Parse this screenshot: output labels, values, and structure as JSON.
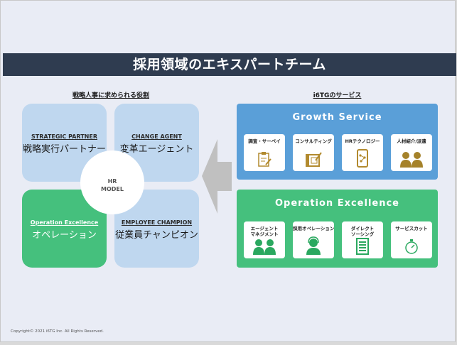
{
  "title": "採用領域のエキスパートチーム",
  "left_section": {
    "heading": "戦略人事に求められる役割",
    "center_label_line1": "HR",
    "center_label_line2": "MODEL",
    "quadrants": [
      {
        "en": "STRATEGIC PARTNER",
        "jp": "戦略実行パートナー"
      },
      {
        "en": "CHANGE AGENT",
        "jp": "変革エージェント"
      },
      {
        "en": "Operation Excellence",
        "jp": "オペレーション"
      },
      {
        "en": "EMPLOYEE CHAMPION",
        "jp": "従業員チャンピオン"
      }
    ]
  },
  "right_section": {
    "heading": "i6TGのサービス",
    "growth": {
      "title": "Growth Service",
      "color": "#5a9fd8",
      "items": [
        {
          "label": "調査・サーベイ",
          "icon": "clipboard-icon"
        },
        {
          "label": "コンサルティング",
          "icon": "blueprint-icon"
        },
        {
          "label": "HRテクノロジー",
          "icon": "smartphone-icon"
        },
        {
          "label": "人材紹介/派遣",
          "icon": "people-icon"
        }
      ]
    },
    "operation": {
      "title": "Operation Excellence",
      "color": "#45c07d",
      "items": [
        {
          "label1": "エージェント",
          "label2": "マネジメント",
          "icon": "people-icon"
        },
        {
          "label1": "採用オペレーション",
          "label2": "",
          "icon": "headset-icon"
        },
        {
          "label1": "ダイレクト",
          "label2": "ソーシング",
          "icon": "list-icon"
        },
        {
          "label1": "サービスカット",
          "label2": "",
          "icon": "stopwatch-icon"
        }
      ]
    }
  },
  "footer": {
    "copyright": "Copyright© 2021 i6TG Inc. All Rights Reserved."
  }
}
